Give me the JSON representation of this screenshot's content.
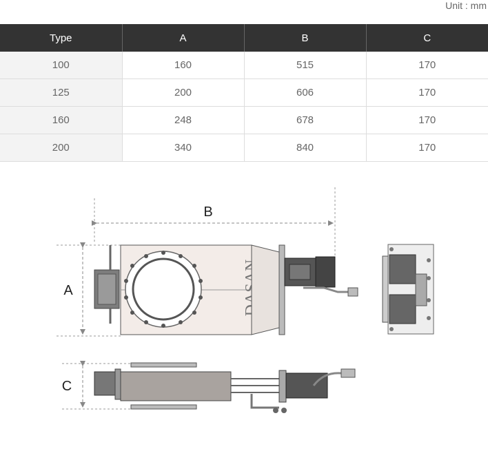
{
  "unit_label": "Unit : mm",
  "table": {
    "headers": [
      "Type",
      "A",
      "B",
      "C"
    ],
    "rows": [
      [
        "100",
        "160",
        "515",
        "170"
      ],
      [
        "125",
        "200",
        "606",
        "170"
      ],
      [
        "160",
        "248",
        "678",
        "170"
      ],
      [
        "200",
        "340",
        "840",
        "170"
      ]
    ]
  },
  "drawing": {
    "dim_a": "A",
    "dim_b": "B",
    "dim_c": "C",
    "brand_text": "DASAN"
  }
}
